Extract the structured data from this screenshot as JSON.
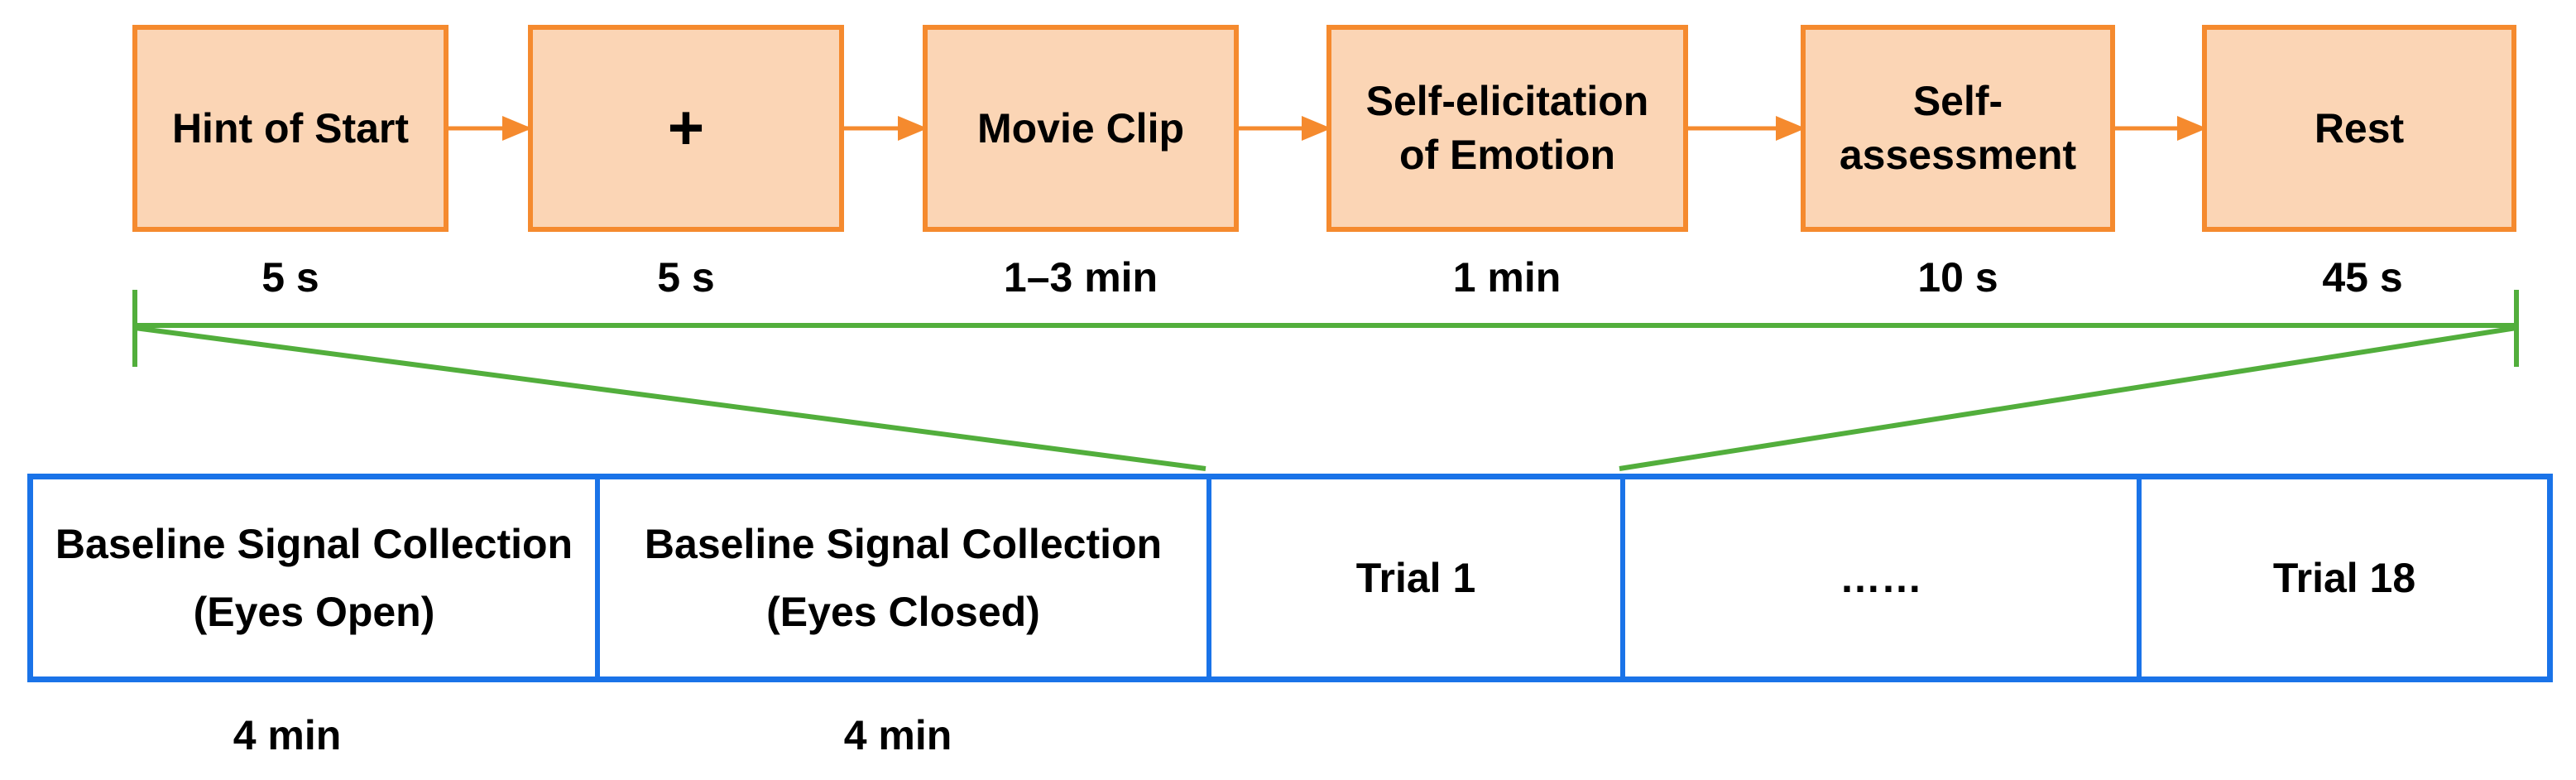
{
  "trial_steps": [
    {
      "label": "Hint of Start",
      "duration": "5 s"
    },
    {
      "label": "+",
      "duration": "5 s"
    },
    {
      "label": "Movie Clip",
      "duration": "1–3 min"
    },
    {
      "label": "Self-elicitation of Emotion",
      "duration": "1 min"
    },
    {
      "label": "Self- assessment",
      "duration": "10 s"
    },
    {
      "label": "Rest",
      "duration": "45 s"
    }
  ],
  "session_blocks": [
    {
      "label": "Baseline Signal Collection (Eyes Open)",
      "duration": "4 min"
    },
    {
      "label": "Baseline Signal Collection (Eyes Closed)",
      "duration": "4 min"
    },
    {
      "label": "Trial 1"
    },
    {
      "label": "……"
    },
    {
      "label": "Trial 18"
    }
  ],
  "colors": {
    "step_fill": "#fbd5b5",
    "step_border": "#f58a2e",
    "arrow": "#f58a2e",
    "timeline_bracket": "#52ae3c",
    "session_border": "#1a73e8"
  }
}
